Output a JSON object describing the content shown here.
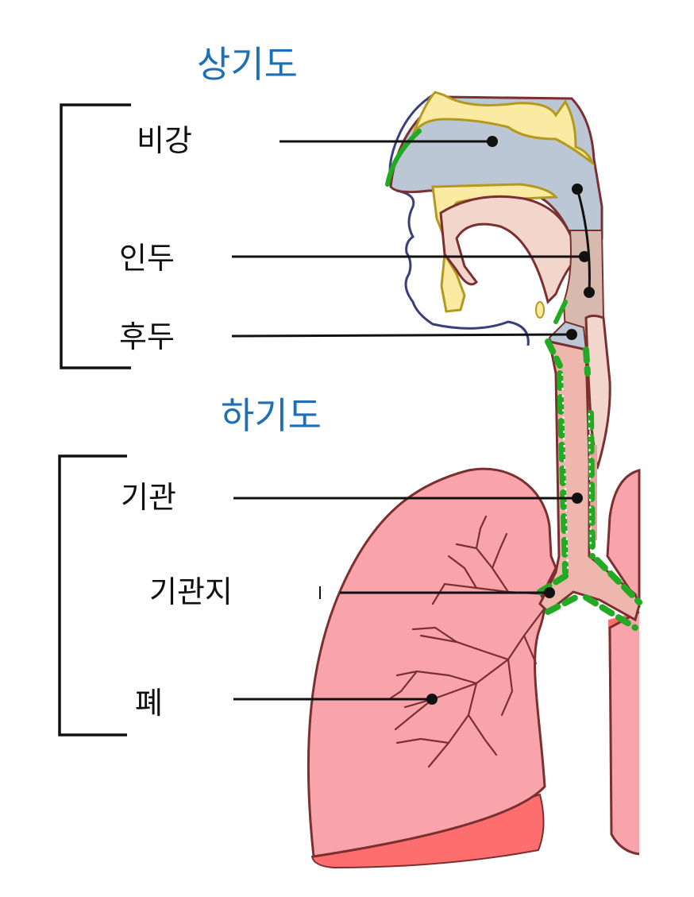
{
  "sections": {
    "upper": "상기도",
    "lower": "하기도"
  },
  "labels": {
    "nasal_cavity": "비강",
    "pharynx": "인두",
    "larynx": "후두",
    "trachea": "기관",
    "bronchi": "기관지",
    "lung": "폐"
  },
  "colors": {
    "section_title": "#1f6fb5",
    "lung_fill": "#f9a4aa",
    "lung_dark": "#ff6e6e",
    "airway_fill": "#bcc7d5",
    "tissue_fill": "#f2d6cb",
    "bone_fill": "#fbeaa2",
    "mucosa": "#22aa22",
    "outline": "#7a3030"
  }
}
